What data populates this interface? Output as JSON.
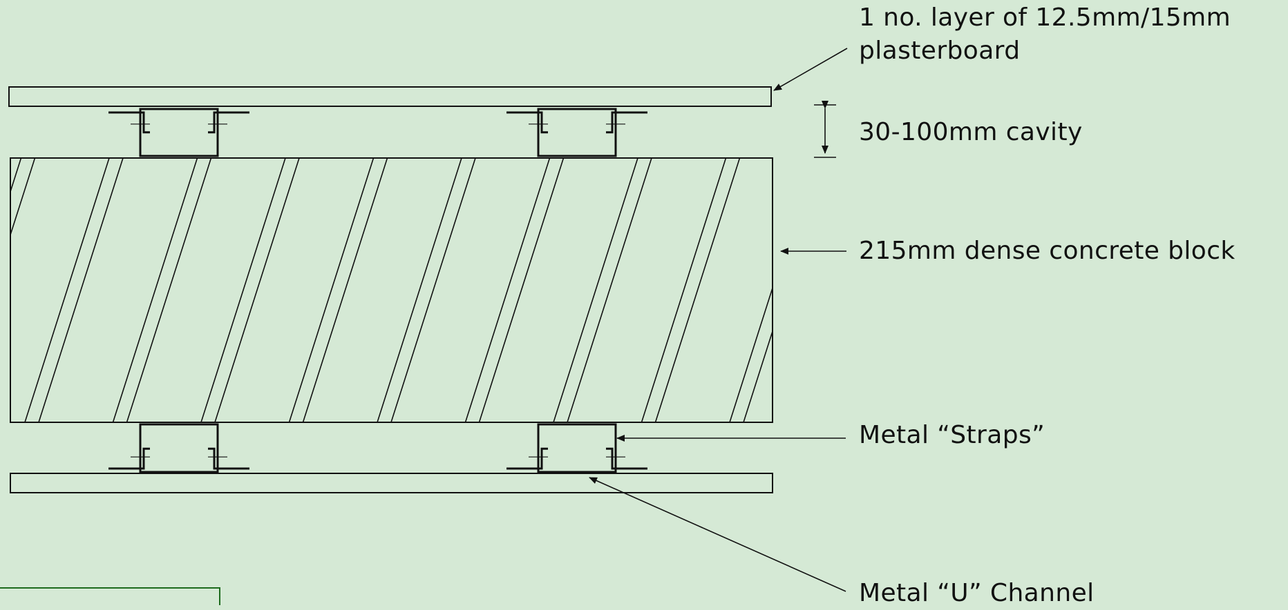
{
  "labels": {
    "plasterboard_line1": "1 no. layer of 12.5mm/15mm",
    "plasterboard_line2": "plasterboard",
    "cavity": "30-100mm cavity",
    "block": "215mm dense concrete block",
    "straps": "Metal “Straps”",
    "u_channel": "Metal “U” Channel"
  },
  "colors": {
    "background": "#d5e9d5",
    "stroke": "#111111",
    "inset_border": "#1e6b1e"
  }
}
